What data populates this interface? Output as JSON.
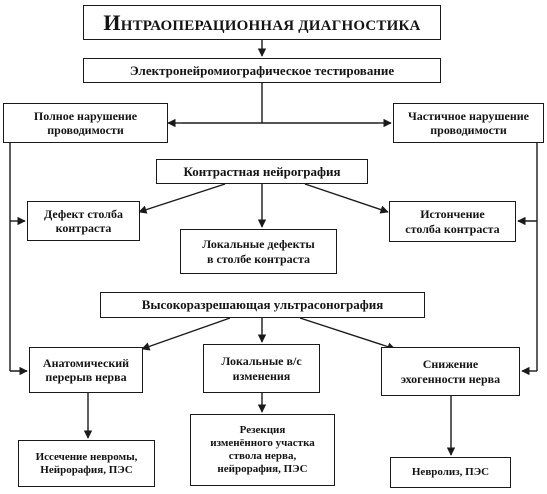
{
  "title": {
    "initial": "И",
    "rest": "НТРАОПЕРАЦИОННАЯ ДИАГНОСТИКА"
  },
  "nodes": {
    "emng": "Электронейромиографическое тестирование",
    "full_disruption": "Полное нарушение\nпроводимости",
    "partial_disruption": "Частичное нарушение\nпроводимости",
    "contrast_neurography": "Контрастная нейрография",
    "column_defect": "Дефект столба\nконтраста",
    "local_defects": "Локальные дефекты\nв столбе контраста",
    "column_thinning": "Истончение\nстолба контраста",
    "ultrasonography": "Высокоразрешающая ультрасонография",
    "anatomical_break": "Анатомический\nперерыв нерва",
    "local_changes": "Локальные в/с\nизменения",
    "reduced_echogenicity": "Снижение\nэхогенности нерва",
    "neuroma_excision": "Иссечение невромы,\nНейрорафия, ПЭС",
    "segment_resection": "Резекция\nизменённого участка\nствола нерва,\nнейрорафия, ПЭС",
    "neurolysis": "Невролиз, ПЭС"
  },
  "colors": {
    "line": "#1a1a1a",
    "border": "#1a1a1a",
    "text": "#141414"
  }
}
